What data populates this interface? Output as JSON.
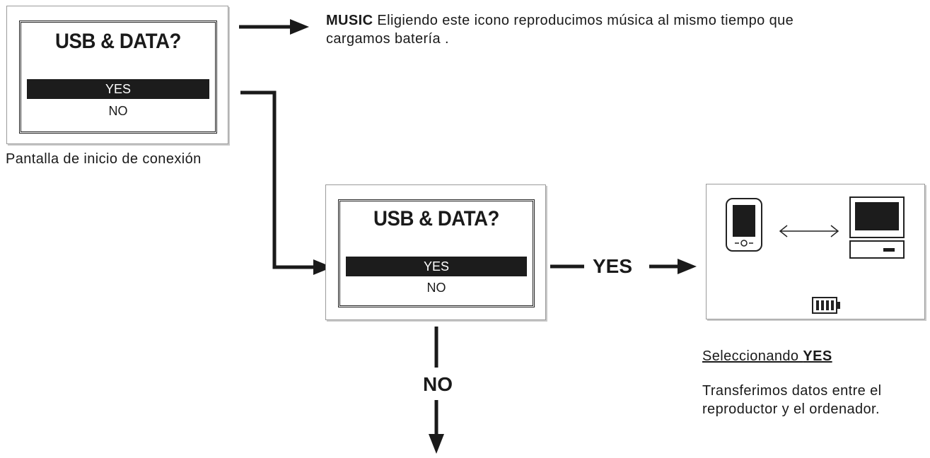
{
  "top_screen": {
    "title": "USB & DATA?",
    "option_yes": "YES",
    "option_no": "NO",
    "caption": "Pantalla de inicio de conexión"
  },
  "music_note": {
    "keyword": "MUSIC",
    "line1": "Eligiendo este icono reproducimos música al mismo tiempo que",
    "line2": "cargamos batería ."
  },
  "middle_screen": {
    "title": "USB & DATA?",
    "option_yes": "YES",
    "option_no": "NO"
  },
  "flow_labels": {
    "yes": "YES",
    "no": "NO"
  },
  "result_yes": {
    "heading_prefix": "Seleccionando ",
    "heading_keyword": "YES",
    "line1": "Transferimos datos entre el",
    "line2": "reproductor y el ordenador."
  },
  "icons": [
    "player-icon",
    "double-arrow-icon",
    "computer-icon",
    "battery-icon"
  ]
}
